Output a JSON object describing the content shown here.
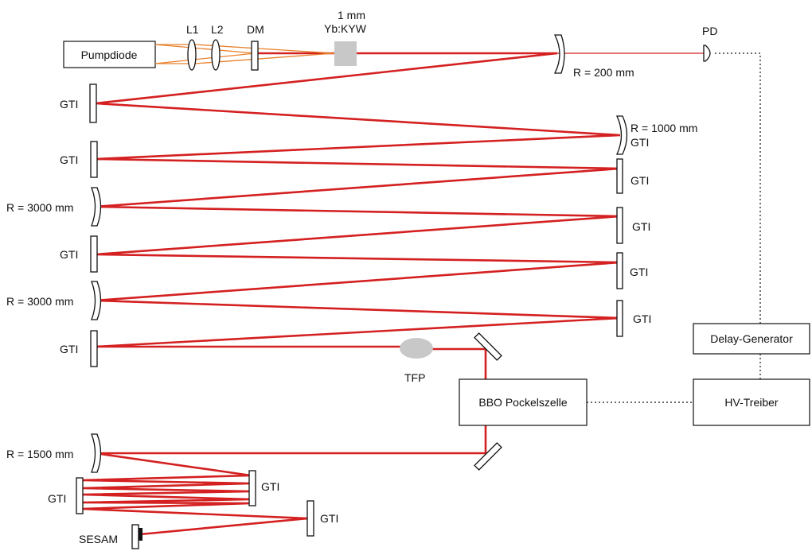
{
  "labels": {
    "pumpdiode": "Pumpdiode",
    "l1": "L1",
    "l2": "L2",
    "dm": "DM",
    "crystal_line1": "1 mm",
    "crystal_line2": "Yb:KYW",
    "pd": "PD",
    "r200": "R = 200 mm",
    "r1000": "R = 1000 mm",
    "gti": "GTI",
    "r3000": "R = 3000 mm",
    "r1500": "R = 1500 mm",
    "tfp": "TFP",
    "bbo": "BBO Pockelszelle",
    "hv": "HV-Treiber",
    "delay": "Delay-Generator",
    "sesam": "SESAM"
  },
  "colors": {
    "beam": "#d42020",
    "pump": "#e8812c",
    "crystal": "#c8c8c8",
    "tfp": "#c8c8c8",
    "sesam_absorber": "#111111"
  }
}
